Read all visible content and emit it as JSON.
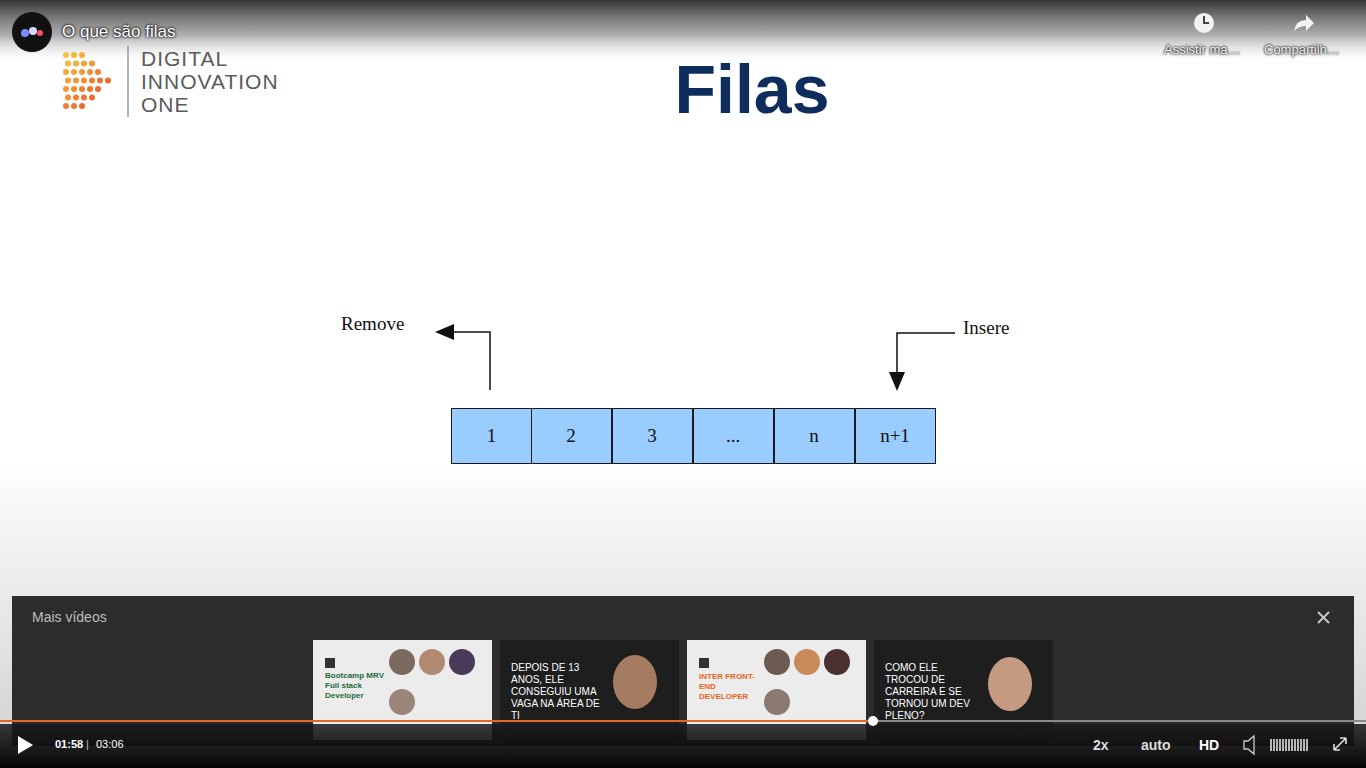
{
  "diagram": {
    "title": "Filas",
    "nodes": [
      {
        "text": [
          "1"
        ]
      },
      {
        "text": [
          "2"
        ]
      },
      {
        "text": [
          "3"
        ]
      },
      {
        "text": [
          "..."
        ]
      },
      {
        "text": [
          "n"
        ]
      },
      {
        "text": [
          "n+1"
        ]
      }
    ],
    "labels": [
      "O que são filas",
      "DIGITAL INNOVATION ONE",
      "Assistir ma…",
      "Compartilh…",
      "Remove",
      "Insere",
      "Mais vídeos",
      "Bootcamp MRV Full stack Developer",
      "DEPOIS DE 13 ANOS, ELE CONSEGUIU UMA VAGA NA ÁREA DE TI",
      "INTER FRONT-END DEVELOPER",
      "COMO ELE TROCOU DE CARREIRA E SE TORNOU UM DEV PLENO?",
      "01:58",
      "|",
      "03:06",
      "2x",
      "auto",
      "HD"
    ]
  }
}
